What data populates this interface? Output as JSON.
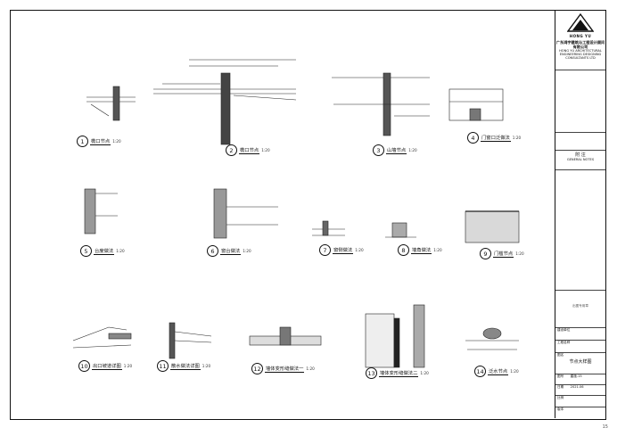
{
  "company": {
    "logo_text": "HONG YU",
    "name_cn": "广东鸿宇建筑与工程设计顾问有限公司",
    "name_en_1": "HONG YU ARCHITECTURAL",
    "name_en_2": "ENGINEERING DESIGNING",
    "name_en_3": "CONSULTANTS LTD"
  },
  "details": [
    {
      "num": "1",
      "label": "檐口节点",
      "scale": "1:20"
    },
    {
      "num": "2",
      "label": "檐口节点",
      "scale": "1:20"
    },
    {
      "num": "3",
      "label": "山墙节点",
      "scale": "1:20"
    },
    {
      "num": "4",
      "label": "门窗口泛做法",
      "scale": "1:20"
    },
    {
      "num": "5",
      "label": "台度做法",
      "scale": "1:20"
    },
    {
      "num": "6",
      "label": "窗台做法",
      "scale": "1:20"
    },
    {
      "num": "7",
      "label": "窗侧做法",
      "scale": "1:20"
    },
    {
      "num": "8",
      "label": "墙角做法",
      "scale": "1:20"
    },
    {
      "num": "9",
      "label": "门槛节点",
      "scale": "1:20"
    },
    {
      "num": "10",
      "label": "出口坡道详图",
      "scale": "1:20"
    },
    {
      "num": "11",
      "label": "散水做法详图",
      "scale": "1:20"
    },
    {
      "num": "12",
      "label": "墙体变形缝做法一",
      "scale": "1:20"
    },
    {
      "num": "13",
      "label": "墙体变形缝做法二",
      "scale": "1:20"
    },
    {
      "num": "14",
      "label": "泛水节点",
      "scale": "1:20"
    }
  ],
  "titleblock": {
    "remark_head": "附  注",
    "remark_en": "GENERAL NOTES",
    "stamp_label": "出图专用章",
    "owner_label": "建设单位",
    "project_label": "工程名称",
    "drawing_label": "图名",
    "drawing_name": "节点大样图",
    "no_label": "图号",
    "drawing_no": "建施-15",
    "date_label": "日期",
    "date_value": "2021.06",
    "scale_label": "比例",
    "version_label": "版本"
  },
  "page_number": "15"
}
